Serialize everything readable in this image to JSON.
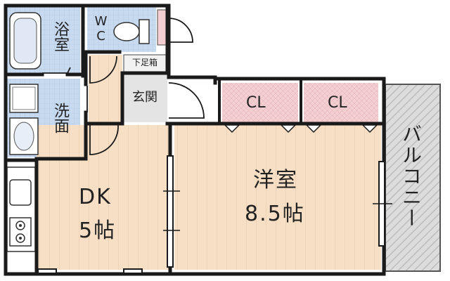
{
  "rooms": {
    "bath": {
      "label": "浴室"
    },
    "wc": {
      "label": "WC"
    },
    "washroom": {
      "label": "洗面"
    },
    "shoe_box": {
      "label": "下足箱"
    },
    "entrance": {
      "label": "玄関"
    },
    "closet_left": {
      "label": "CL"
    },
    "closet_right": {
      "label": "CL"
    },
    "dk": {
      "name": "DK",
      "size": "5帖"
    },
    "western_room": {
      "name": "洋室",
      "size": "8.5帖"
    },
    "balcony": {
      "label": "バルコニー"
    }
  },
  "colors": {
    "wet_area": "#c8daf0",
    "wood_floor": "#f7dfc6",
    "closet": "#f3cfd2",
    "entrance": "#e4e4e4",
    "balcony": "#d6d6d6",
    "wall": "#1a1a1a"
  }
}
